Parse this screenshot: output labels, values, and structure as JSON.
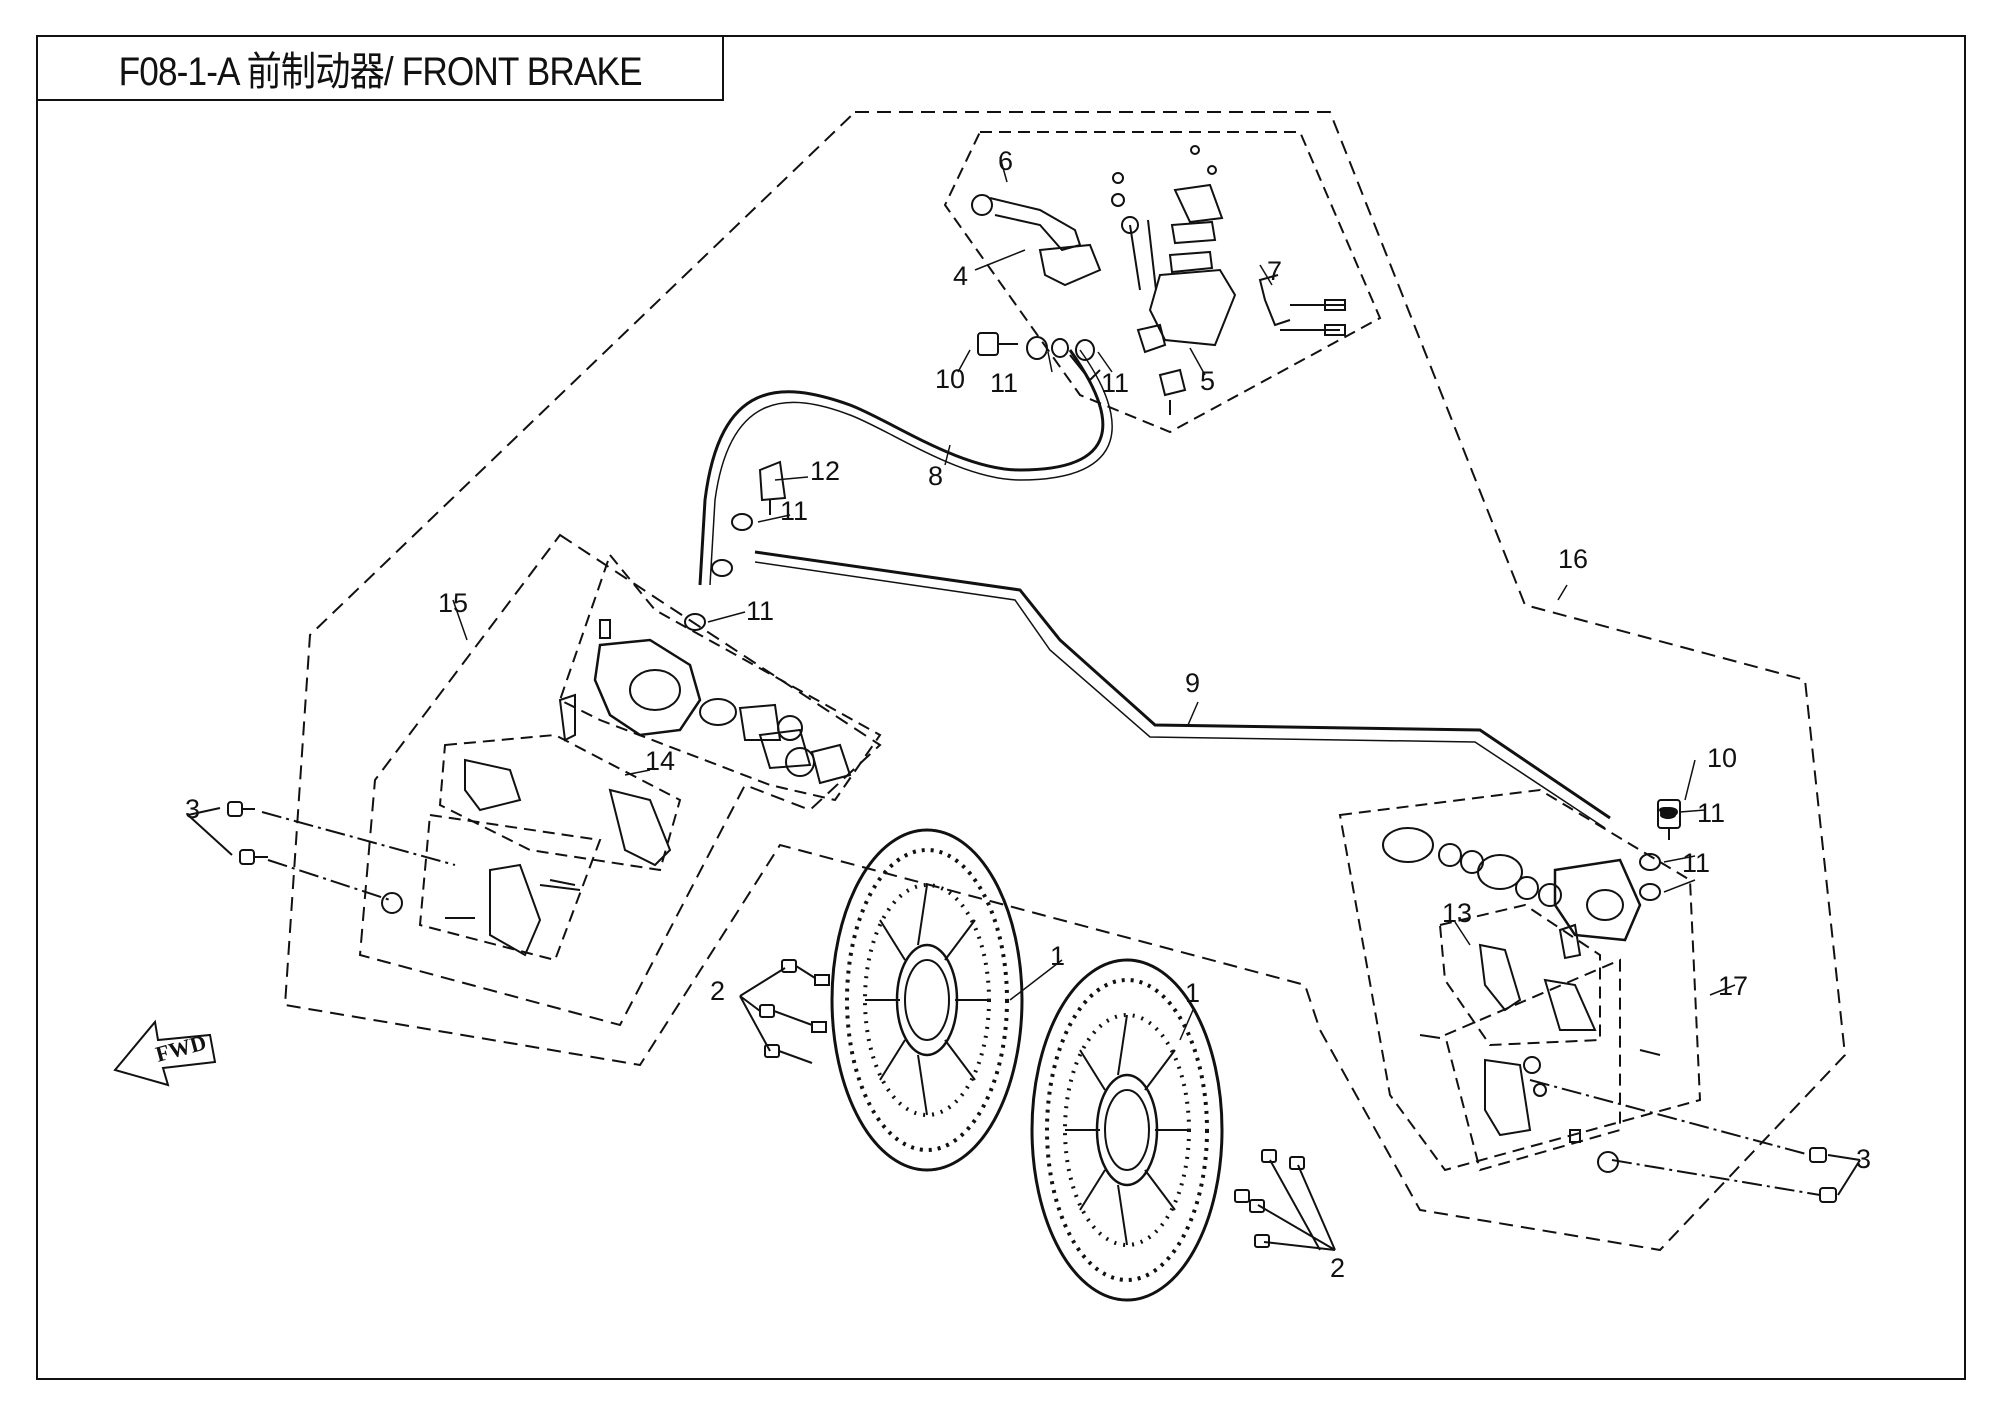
{
  "title": "F08-1-A 前制动器/ FRONT BRAKE",
  "fwd_label": "FWD",
  "callouts": {
    "c1a": "1",
    "c1b": "1",
    "c2a": "2",
    "c2b": "2",
    "c3a": "3",
    "c3b": "3",
    "c4": "4",
    "c5": "5",
    "c6": "6",
    "c7": "7",
    "c8": "8",
    "c9": "9",
    "c10a": "10",
    "c10b": "10",
    "c11a": "11",
    "c11b": "11",
    "c11c": "11",
    "c11d": "11",
    "c11e": "11",
    "c11f": "11",
    "c12": "12",
    "c13": "13",
    "c14": "14",
    "c15": "15",
    "c16": "16",
    "c17": "17"
  },
  "colors": {
    "line": "#111111",
    "background": "#ffffff"
  }
}
